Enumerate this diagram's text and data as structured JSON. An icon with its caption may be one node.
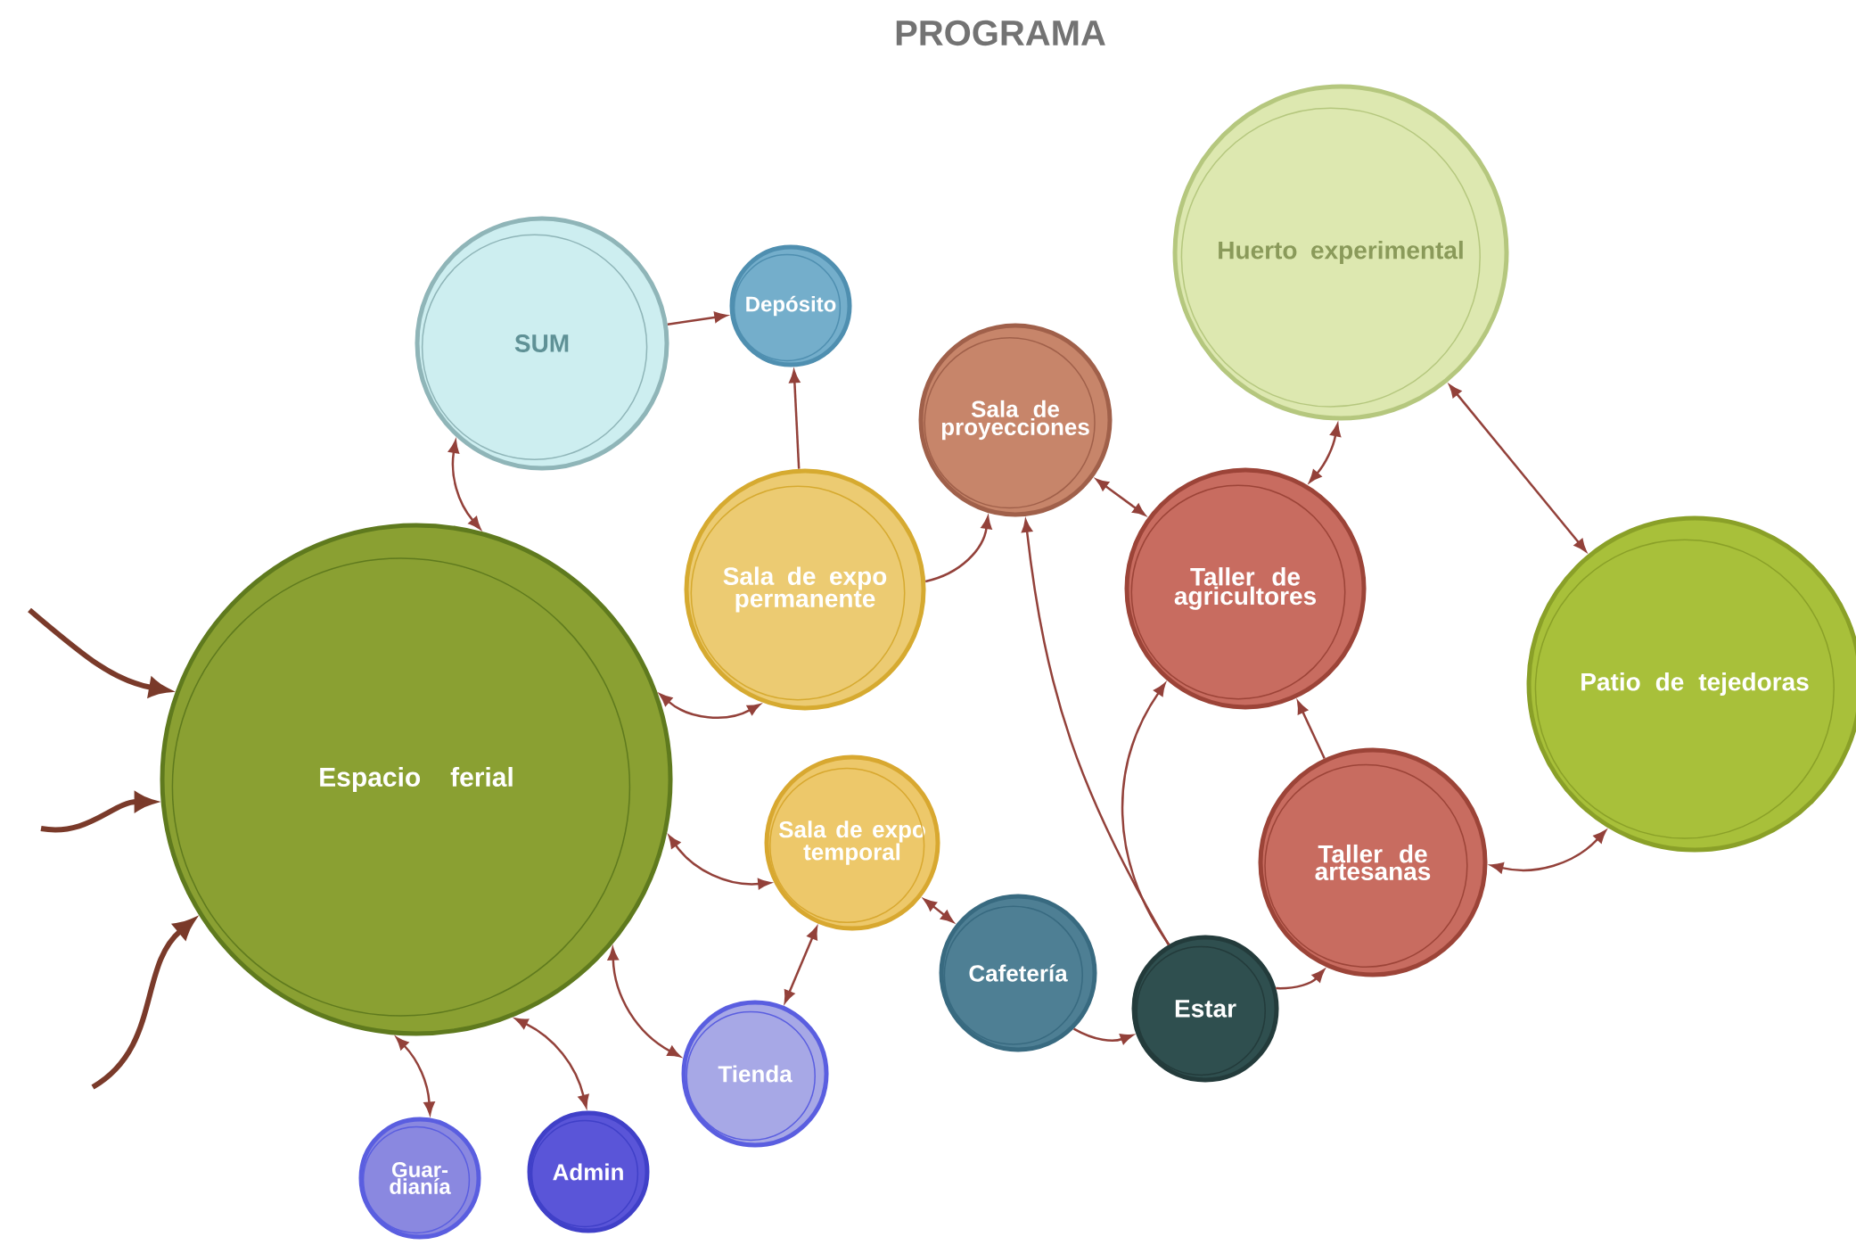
{
  "diagram": {
    "title": "PROGRAMA",
    "nodes": [
      {
        "text": [
          "SUM"
        ]
      },
      {
        "text": [
          "Depósito"
        ]
      },
      {
        "text": [
          "Sala de proyecciones"
        ]
      },
      {
        "text": [
          "Huerto experimental"
        ]
      },
      {
        "text": [
          "Sala de expo permanente"
        ]
      },
      {
        "text": [
          "Taller de agricultores"
        ]
      },
      {
        "text": [
          "Espacio ferial"
        ]
      },
      {
        "text": [
          "Patio de tejedoras"
        ]
      },
      {
        "text": [
          "Sala de expo temporal"
        ]
      },
      {
        "text": [
          "Taller de artesanas"
        ]
      },
      {
        "text": [
          "Cafetería"
        ]
      },
      {
        "text": [
          "Estar"
        ]
      },
      {
        "text": [
          "Tienda"
        ]
      },
      {
        "text": [
          "Guar-dianía"
        ]
      },
      {
        "text": [
          "Admin"
        ]
      }
    ],
    "edges": [
      {
        "from": 0,
        "to": 1,
        "arrow": "to"
      },
      {
        "from": 4,
        "to": 1,
        "arrow": "to"
      },
      {
        "from": 6,
        "to": 0,
        "arrow": "both"
      },
      {
        "from": 4,
        "to": 2,
        "arrow": "to"
      },
      {
        "from": 6,
        "to": 4,
        "arrow": "both"
      },
      {
        "from": 2,
        "to": 5,
        "arrow": "both"
      },
      {
        "from": 5,
        "to": 3,
        "arrow": "both"
      },
      {
        "from": 3,
        "to": 7,
        "arrow": "both"
      },
      {
        "from": 6,
        "to": 8,
        "arrow": "both"
      },
      {
        "from": 8,
        "to": 10,
        "arrow": "both"
      },
      {
        "from": 8,
        "to": 12,
        "arrow": "both"
      },
      {
        "from": 6,
        "to": 12,
        "arrow": "both"
      },
      {
        "from": 6,
        "to": 13,
        "arrow": "both"
      },
      {
        "from": 6,
        "to": 14,
        "arrow": "both"
      },
      {
        "from": 10,
        "to": 11,
        "arrow": "to"
      },
      {
        "from": 11,
        "to": 2,
        "arrow": "to"
      },
      {
        "from": 11,
        "to": 5,
        "arrow": "to"
      },
      {
        "from": 11,
        "to": 9,
        "arrow": "to"
      },
      {
        "from": 9,
        "to": 5,
        "arrow": "to"
      },
      {
        "from": 7,
        "to": 9,
        "arrow": "both"
      },
      {
        "from": null,
        "to": 6,
        "arrow": "to",
        "style": "thick"
      },
      {
        "from": null,
        "to": 6,
        "arrow": "to",
        "style": "thick"
      },
      {
        "from": null,
        "to": 6,
        "arrow": "to",
        "style": "thick"
      }
    ]
  }
}
